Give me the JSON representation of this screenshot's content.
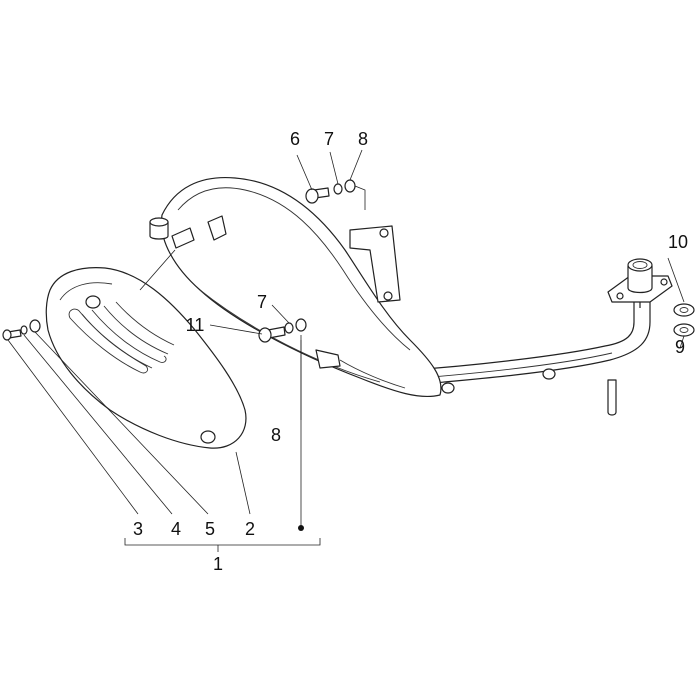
{
  "callouts": {
    "c1": "1",
    "c2": "2",
    "c3": "3",
    "c4": "4",
    "c5": "5",
    "c6": "6",
    "c7_top": "7",
    "c8_top": "8",
    "c7_mid": "7",
    "c11": "11",
    "c8_mid": "8",
    "c10": "10",
    "c9": "9"
  }
}
